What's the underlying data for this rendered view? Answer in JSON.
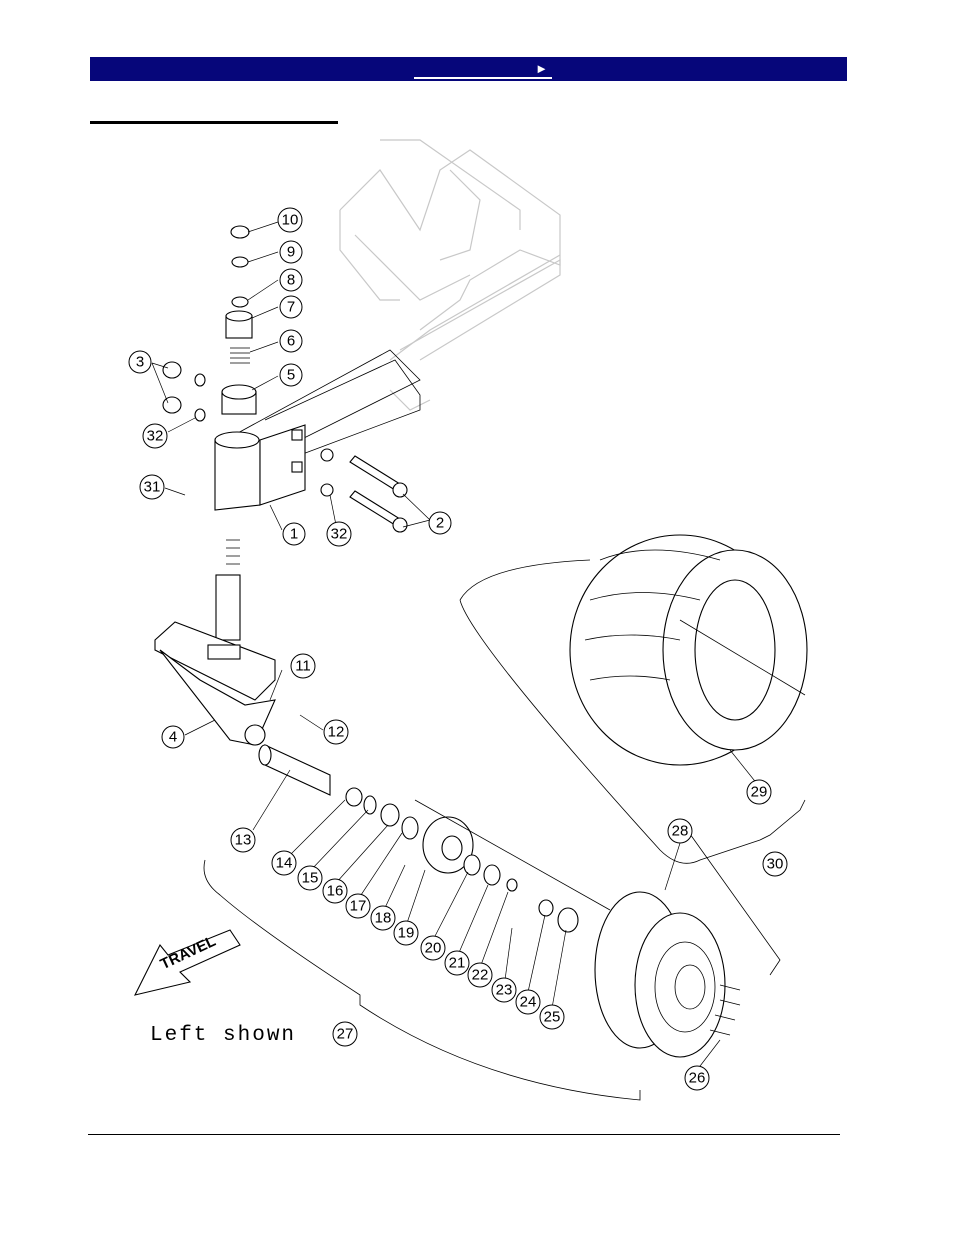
{
  "header": {
    "nav_arrow": "►"
  },
  "diagram": {
    "note": "Left shown",
    "travel_label": "TRAVEL",
    "callouts": [
      {
        "label": "1"
      },
      {
        "label": "2"
      },
      {
        "label": "3"
      },
      {
        "label": "4"
      },
      {
        "label": "5"
      },
      {
        "label": "6"
      },
      {
        "label": "7"
      },
      {
        "label": "8"
      },
      {
        "label": "9"
      },
      {
        "label": "10"
      },
      {
        "label": "11"
      },
      {
        "label": "12"
      },
      {
        "label": "13"
      },
      {
        "label": "14"
      },
      {
        "label": "15"
      },
      {
        "label": "16"
      },
      {
        "label": "17"
      },
      {
        "label": "18"
      },
      {
        "label": "19"
      },
      {
        "label": "20"
      },
      {
        "label": "21"
      },
      {
        "label": "22"
      },
      {
        "label": "23"
      },
      {
        "label": "24"
      },
      {
        "label": "25"
      },
      {
        "label": "26"
      },
      {
        "label": "27"
      },
      {
        "label": "28"
      },
      {
        "label": "29"
      },
      {
        "label": "30"
      },
      {
        "label": "31"
      },
      {
        "label": "32"
      },
      {
        "label": "32"
      },
      {
        "label": "2"
      }
    ]
  }
}
